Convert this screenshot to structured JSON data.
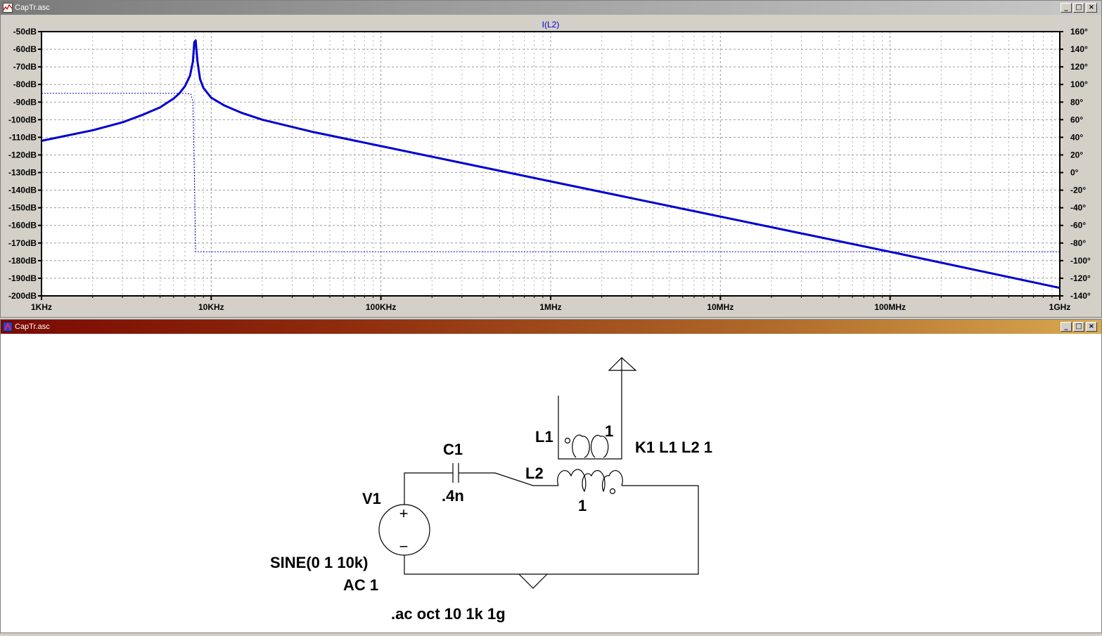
{
  "plot_window": {
    "title": "CapTr.asc",
    "trace_label": "I(L2)"
  },
  "schematic_window": {
    "title": "CapTr.asc"
  },
  "window_buttons": {
    "minimize": "_",
    "restore": "□",
    "close": "×"
  },
  "colors": {
    "trace": "#0000d0",
    "grid": "#9a9a9a",
    "schem_line": "#000000"
  },
  "chart_data": {
    "type": "line",
    "title": "I(L2)",
    "x_scale": "log",
    "x_ticks": [
      "1KHz",
      "10KHz",
      "100KHz",
      "1MHz",
      "10MHz",
      "100MHz",
      "1GHz"
    ],
    "x_tick_values": [
      1000,
      10000,
      100000,
      1000000,
      10000000,
      100000000,
      1000000000
    ],
    "xlim": [
      1000,
      1000000000
    ],
    "y_left_ticks": [
      "-50dB",
      "-60dB",
      "-70dB",
      "-80dB",
      "-90dB",
      "-100dB",
      "-110dB",
      "-120dB",
      "-130dB",
      "-140dB",
      "-150dB",
      "-160dB",
      "-170dB",
      "-180dB",
      "-190dB",
      "-200dB"
    ],
    "ylim_left": [
      -200,
      -50
    ],
    "y_right_ticks": [
      "160°",
      "140°",
      "120°",
      "100°",
      "80°",
      "60°",
      "40°",
      "20°",
      "0°",
      "-20°",
      "-40°",
      "-60°",
      "-80°",
      "-100°",
      "-120°",
      "-140°"
    ],
    "ylim_right": [
      -140,
      160
    ],
    "grid": true,
    "series": [
      {
        "axis": "left",
        "style": "solid",
        "x": [
          1000,
          2000,
          3000,
          4000,
          5000,
          6000,
          6500,
          7000,
          7500,
          7800,
          7950,
          8100,
          8300,
          8600,
          9000,
          10000,
          12000,
          15000,
          20000,
          40000,
          100000,
          1000000,
          10000000,
          100000000,
          1000000000
        ],
        "y": [
          -112,
          -106,
          -101.5,
          -97,
          -93,
          -88,
          -85,
          -81,
          -75,
          -67,
          -56,
          -55,
          -67,
          -77,
          -82,
          -87.5,
          -92,
          -96,
          -100,
          -107,
          -115,
          -135,
          -155,
          -175,
          -195.5
        ]
      },
      {
        "axis": "right",
        "style": "dashed",
        "x": [
          1000,
          7000,
          7600,
          7800,
          7950,
          8100,
          1000000000
        ],
        "y": [
          90,
          90,
          89,
          80,
          0,
          -90,
          -90
        ]
      }
    ]
  },
  "schematic": {
    "labels": {
      "l1": "L1",
      "l1_value": "1",
      "coupling": "K1 L1 L2 1",
      "c1": "C1",
      "c1_value": ".4n",
      "l2": "L2",
      "l2_value": "1",
      "v1": "V1",
      "v1_sine": "SINE(0 1 10k)",
      "v1_ac": "AC 1",
      "directive": ".ac oct 10 1k 1g",
      "plus": "+",
      "minus": "−"
    }
  }
}
